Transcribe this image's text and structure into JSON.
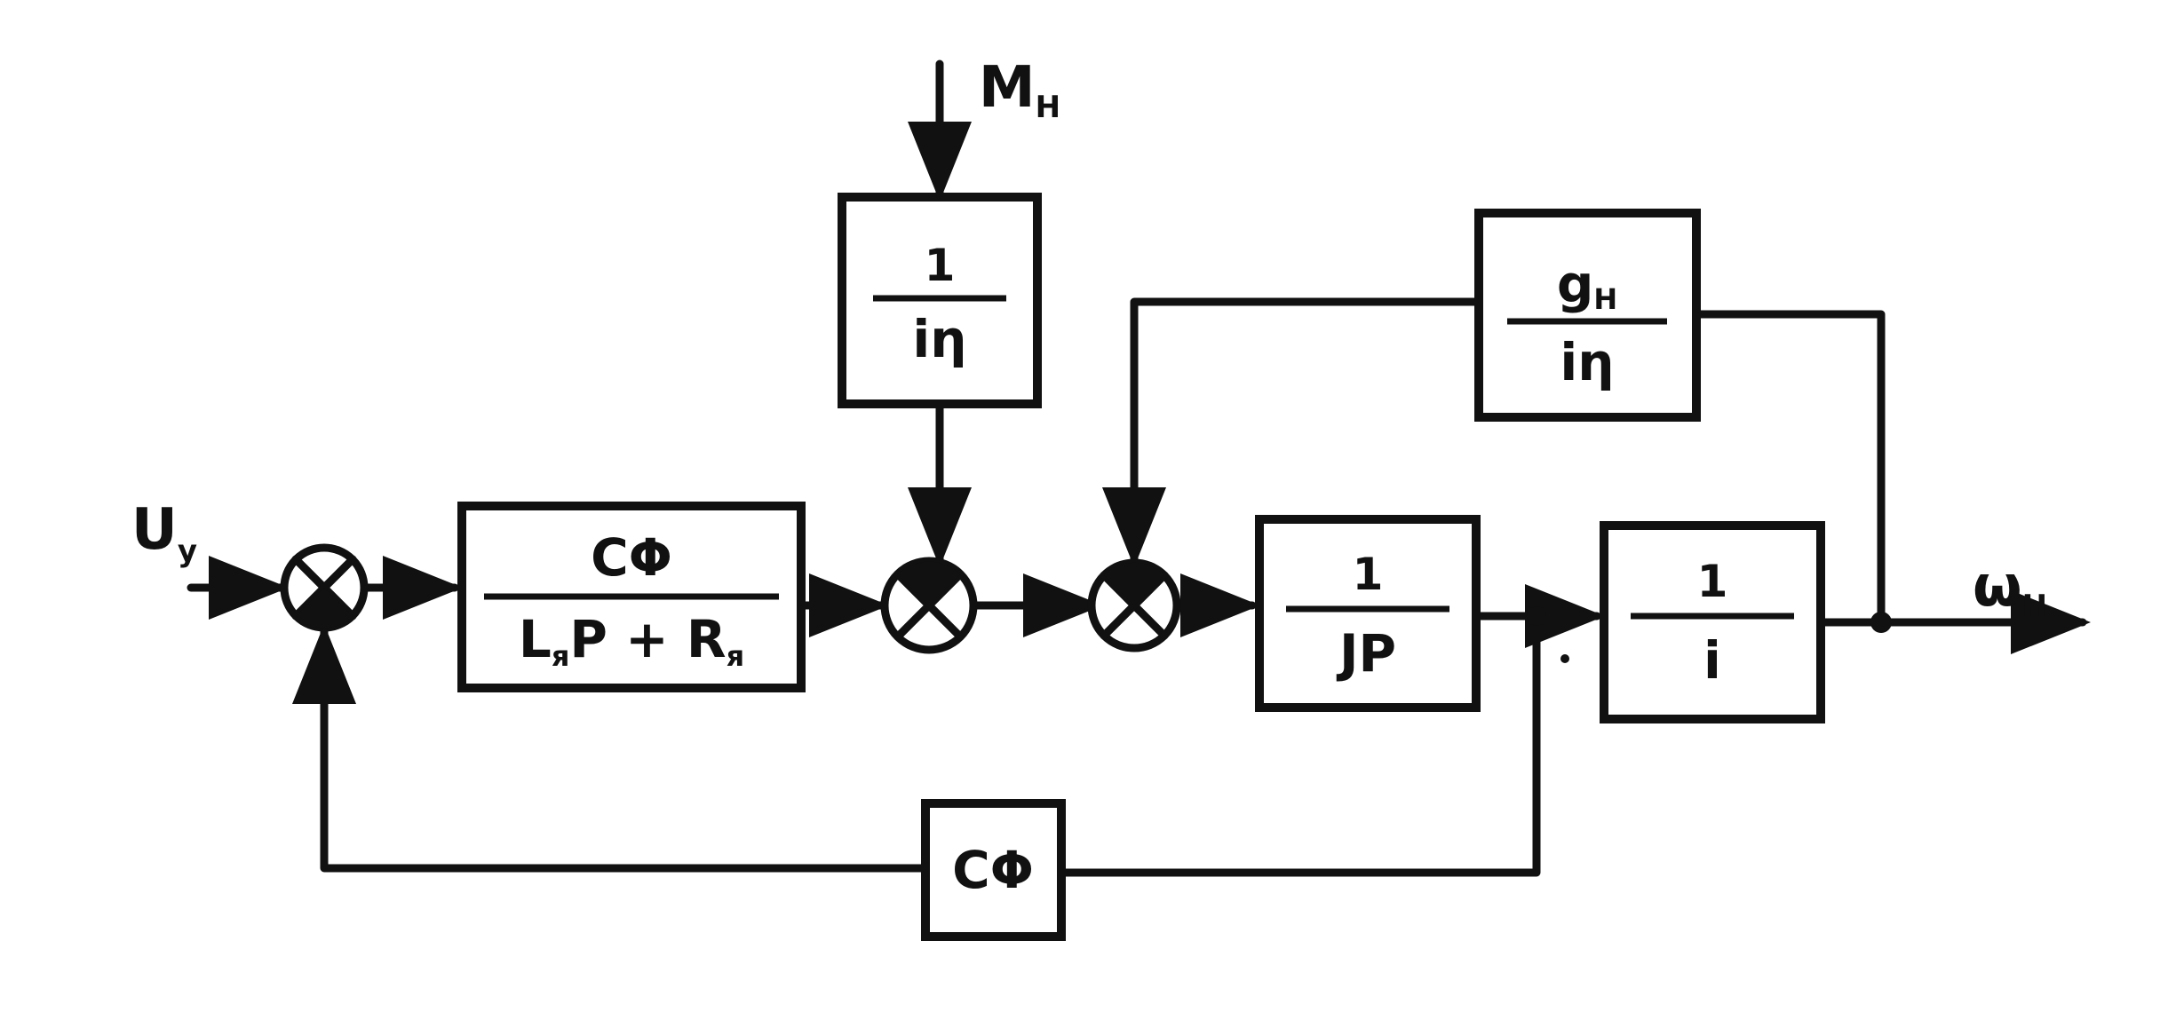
{
  "inputs": {
    "control_voltage": {
      "main": "U",
      "sub": "y"
    },
    "load_torque": {
      "main": "M",
      "sub": "H"
    }
  },
  "output": {
    "main": "ω",
    "sub": "H"
  },
  "blocks": {
    "armature": {
      "num": "CΦ",
      "den_L": "L",
      "den_L_sub": "я",
      "den_mid": "P + R",
      "den_R_sub": "я"
    },
    "load_gear": {
      "num": "1",
      "den": "iη"
    },
    "inertia": {
      "num": "1",
      "den": "JP"
    },
    "gear_ratio": {
      "num": "1",
      "den": "i"
    },
    "load_feedback": {
      "num_main": "g",
      "num_sub": "H",
      "den": "iη"
    },
    "back_emf": {
      "label": "CΦ"
    }
  }
}
